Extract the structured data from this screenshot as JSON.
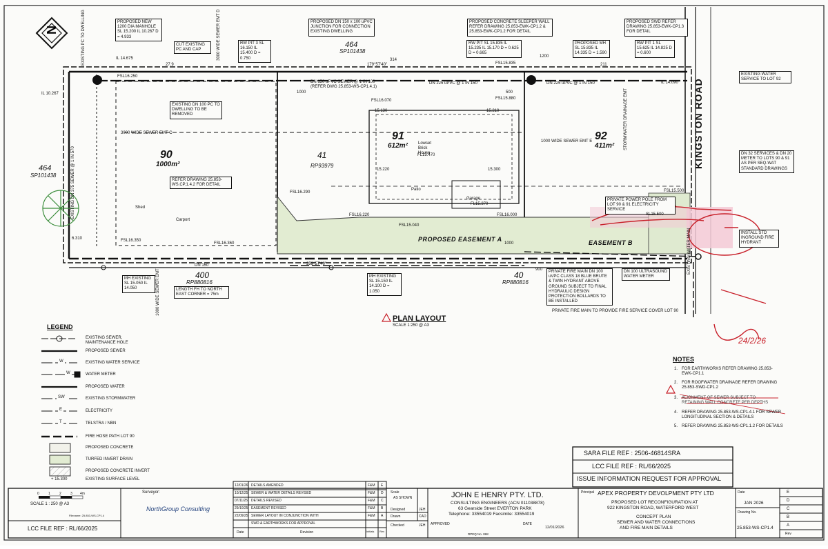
{
  "title_block": {
    "sara_ref": "SARA FILE REF : 2506-46814SRA",
    "lcc_ref": "LCC FILE REF : RL/66/2025",
    "issue": "ISSUE INFORMATION REQUEST FOR APPROVAL",
    "lcc_ref_bottom": "LCC FILE REF : RL/66/2025",
    "surveyor_label": "Surveyor:",
    "surveyor_name": "NorthGroup Consulting",
    "scale_bar_label": "SCALE 1 : 250 @ A3",
    "scale_ticks": [
      "0",
      "1",
      "2",
      "3",
      "4m"
    ],
    "filename": "Filename: 25.853-WS-CP1.4",
    "revisions": [
      {
        "date": "12/01/26",
        "desc": "DETAILS AMENDED",
        "by": "F&M",
        "rev": "E"
      },
      {
        "date": "10/12/25",
        "desc": "SEWER & WATER DETAILS REVISED",
        "by": "F&M",
        "rev": "D"
      },
      {
        "date": "07/11/25",
        "desc": "DETAILS REVISED",
        "by": "F&M",
        "rev": "C"
      },
      {
        "date": "29/10/25",
        "desc": "EASEMENT REVISED",
        "by": "F&M",
        "rev": "B"
      },
      {
        "date": "22/09/25",
        "desc": "SEWER LAYOUT IN CONJUNCTION WITH",
        "by": "F&M",
        "rev": "A"
      },
      {
        "date": "",
        "desc": "SWD & EARTHWORKS FOR APPROVAL",
        "by": "",
        "rev": ""
      }
    ],
    "rev_header": {
      "date": "Date",
      "revision": "Revision",
      "initials": "Initials",
      "rev": "Rev"
    },
    "scale_label": "Scale",
    "scale_value": "AS SHOWN",
    "designed": "Designed",
    "designed_by": "JEH",
    "drawn": "Drawn",
    "drawn_by": "CAD",
    "checked": "Checked",
    "checked_by": "JEH",
    "approved": "APPROVED",
    "date_label": "DATE",
    "approved_date": "12/01/2026",
    "rpeq": "RPEQ No. 868",
    "company": "JOHN E HENRY PTY. LTD.",
    "company_sub": "CONSULTING ENGINEERS  (ACN 011038878)",
    "company_addr": "63 Gearside Street EVERTON PARK",
    "company_tel": "Telephone: 33554019 Facsimile: 33554019",
    "principal_label": "Principal",
    "principal": "APEX PROPERTY DEVOLPMENT PTY LTD",
    "project_lines": [
      "PROPOSED LOT RECONFIGURATION AT",
      "922 KINGSTON ROAD, WATERFORD WEST"
    ],
    "drawing_lines": [
      "CONCEPT PLAN",
      "SEWER AND WATER CONNECTIONS",
      "AND FIRE MAIN DETAILS"
    ],
    "date_field_label": "Date",
    "date_value": "JAN 2026",
    "drawing_no_label": "Drawing No.",
    "drawing_no": "25.853-WS-CP1.4",
    "rev_letters": [
      "E",
      "D",
      "C",
      "B",
      "A"
    ],
    "rev_col_label": "Rev"
  },
  "legend": {
    "title": "LEGEND",
    "items": [
      "EXISTING SEWER, MAINTENANCE HOLE",
      "PROPOSED SEWER",
      "EXISTING WATER SERVICE",
      "WATER METER",
      "PROPOSED WATER",
      "EXISTING STORMWATER",
      "ELECTRICITY",
      "TELSTRA / NBN",
      "FIRE HOSE PATH LOT 90",
      "PROPOSED CONCRETE",
      "TURFED INVERT DRAIN",
      "PROPOSED CONCRETE INVERT",
      "EXISTING SURFACE LEVEL"
    ],
    "symbols": [
      "W",
      "W",
      "SW",
      "E",
      "T",
      "+ 15.300"
    ]
  },
  "notes": {
    "title": "NOTES",
    "items": [
      {
        "n": "1.",
        "text": "FOR EARTHWORKS REFER DRAWING 25.853-EWK-CP1.1"
      },
      {
        "n": "2.",
        "text": "FOR ROOFWATER DRAINAGE REFER DRAWING 25.853-SWD-CP1.2"
      },
      {
        "n": "3.",
        "text": "ALIGNMENT OF SEWER SUBJECT TO RETAINING WALL CONCRETE PER DEPTHS"
      },
      {
        "n": "4.",
        "text": "REFER DRAWING 25.853-WS-CP1.4.1 FOR SEWER LONGITUDINAL SECTION & DETAILS"
      },
      {
        "n": "5.",
        "text": "REFER DRAWING 25.853-WS-CP1.1.2 FOR DETAILS"
      }
    ]
  },
  "plan": {
    "plan_title": "PLAN LAYOUT",
    "plan_scale": "SCALE 1:250 @ A3",
    "road": "KINGSTON ROAD",
    "lots": [
      {
        "num": "90",
        "area": "1000m²"
      },
      {
        "num": "91",
        "area": "612m²"
      },
      {
        "num": "92",
        "area": "411m²"
      },
      {
        "num": "41",
        "plan": "RP93979"
      },
      {
        "num": "464",
        "plan": "SP101438"
      },
      {
        "num": "464",
        "plan": "SP101438"
      },
      {
        "num": "400",
        "plan": "RP880816"
      },
      {
        "num": "40",
        "plan": "RP880816"
      }
    ],
    "easement_a": "PROPOSED EASEMENT A",
    "easement_b": "EASEMENT B",
    "callouts": [
      "PROPOSED NEW 1200 DIA MANHOLE SL 15.200 IL 10.267 D = 4.933",
      "CUT EXISTING PC AND CAP",
      "RW PIT 3 SL 16.150 IL 15.400 D = 0.750",
      "PROPOSED DN 150 x 100 uPVC JUNCTION FOR CONNECTION EXISTING DWELLING",
      "PROPOSED CONCRETE SLEEPER WALL REFER DRAWING 25.853-EWK-CP1.2 & 25.853-EWK-CP1.2 FOR DETAIL",
      "RW PIT SL 15.835 IL 15.235 IL 15.170 D = 0.625 D = 0.665",
      "PROPOSED MH SL 15.835 IL 14.335 D = 1.590",
      "PROPOSED SWD REFER DRAWING 25.853-EWK-CP1.3 FOR DETAIL",
      "RW PIT 1 SL 15.625 IL 14.825 D = 0.600",
      "EXISTING WATER SERVICE TO LOT 92",
      "EXISTING DN 100 PC TO DWELLING TO BE REMOVED",
      "DN 32 SERVICES & DN 20 METER TO LOTS 90 & 91 AS PER SEQ-WAT STANDARD DRAWINGS",
      "REFER DRAWING 25.853-WS.CP.1.4.2 FOR DETAIL",
      "PRIVATE POWER POLE FROM LOT 90 & 91 ELECTRICITY SERVICE",
      "INSTALL STD INGROUND FIRE HYDRANT",
      "MH EXISTING SL 15.050 IL 14.050",
      "LENGTH FH TO NORTH EAST CORNER = 75m",
      "MH EXISTING SL 15.150 IL 14.100 D = 1.050",
      "PRIVATE FIRE MAIN DN 100 uVPC CLASS 18 BLUE BRUTE & TWIN HYDRANT ABOVE GROUND SUBJECT TO FINAL HYDRAULIC DESIGN PROTECTION BOLLARDS TO BE INSTALLED",
      "DN 100 ULTRASOUND WATER METER",
      "PRIVATE FIRE MAIN TO PROVIDE FIRE SERVICE COVER LOT 90"
    ],
    "labels": [
      "EXISTING PC TO DWELLING",
      "IL 14.675",
      "IL 10.267",
      "FSL16.250",
      "DN 150 uPVC SEWER @ 1 IN 100",
      "(REFER DWG 25.853-WS-CP1.4.1)",
      "DN 225 uPVC @ 1 IN 150",
      "FSL15.835",
      "DN 225 uPVC @ 1 IN 150",
      "IL 14.090",
      "FSL16.070",
      "FSL15.880",
      "15.130",
      "15.210",
      "FL15.470",
      "15.220",
      "15.300",
      "FSL16.290",
      "FSL16.220",
      "FSL16.000",
      "FSL15.040",
      "FL15.370",
      "FSL16.350",
      "FSL16.360",
      "FSL15.500",
      "SL15.500",
      "3000 WIDE SEWER EMT C",
      "1000 WIDE SEWER EMT E",
      "3000 WIDE SEWER EMT D",
      "STORMWATER DRAINAGE EMT",
      "EXISTING DN 375 SEWER @ 1 IN 570",
      "DN 150",
      "359°57'40\"",
      "179°57'40\"",
      "1000 WIDE SEWER EMT",
      "EXISTING WATER MAIN",
      "1000",
      "1200",
      "900",
      "500",
      "1000",
      "27.9",
      "314",
      "211",
      "6.310",
      "Carport",
      "Garage",
      "Shed",
      "Patio",
      "Lowset Brick House"
    ],
    "signature": "24/2/26"
  },
  "colors": {
    "turf": "#e2ecd2",
    "concrete": "#f2f2ea",
    "easement_pink": "#f3c9d6",
    "red_ink": "#c8202a",
    "line": "#1a1a1a"
  }
}
